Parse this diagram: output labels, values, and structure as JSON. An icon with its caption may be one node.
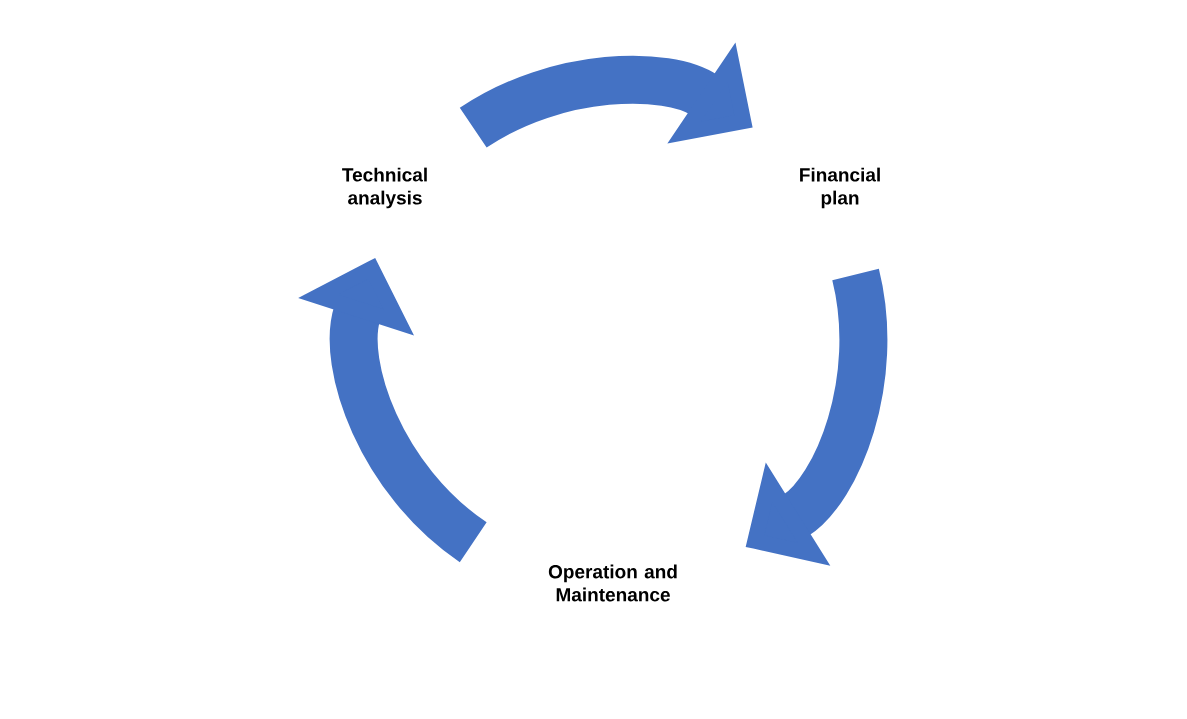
{
  "diagram": {
    "nodes": [
      {
        "text": [
          "Technical analysis"
        ]
      },
      {
        "text": [
          "Financial plan"
        ]
      },
      {
        "text": [
          "Operation and Maintenance"
        ]
      }
    ],
    "edges": [
      {
        "from": 0,
        "to": 1,
        "arrow": "to"
      },
      {
        "from": 1,
        "to": 2,
        "arrow": "to"
      },
      {
        "from": 2,
        "to": 0,
        "arrow": "to"
      }
    ]
  }
}
